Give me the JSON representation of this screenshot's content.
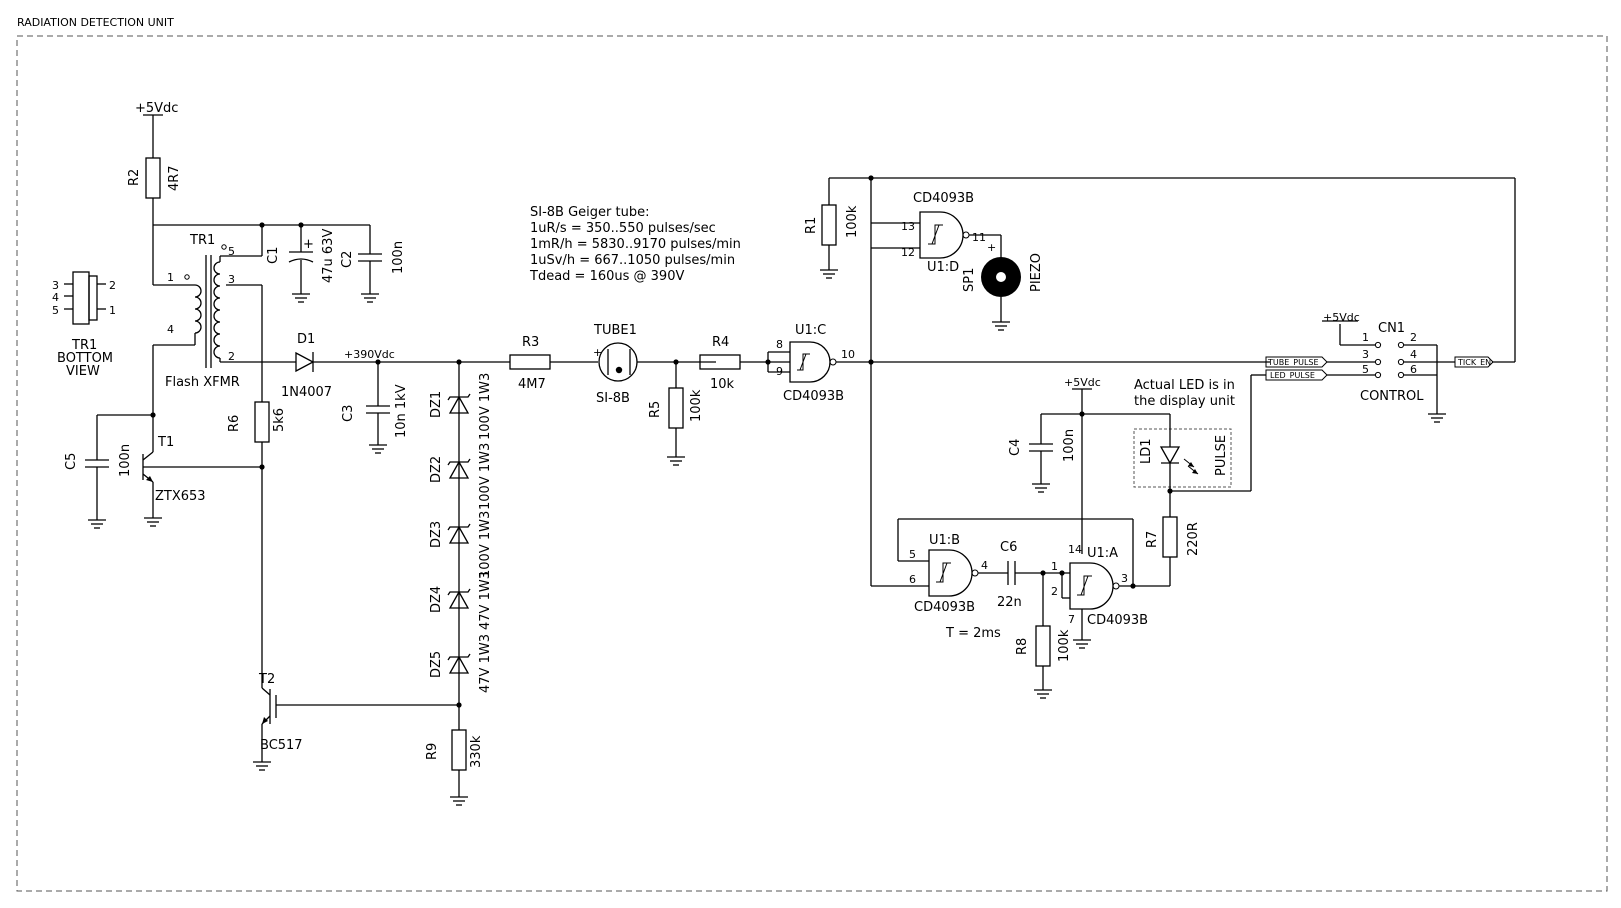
{
  "title": "RADIATION DETECTION UNIT",
  "supply": {
    "vdc_label": "+5Vdc",
    "hv_label": "+390Vdc"
  },
  "note_tube": [
    "SI-8B Geiger tube:",
    "1uR/s = 350..550 pulses/sec",
    "1mR/h = 5830..9170 pulses/min",
    "1uSv/h = 667..1050 pulses/min",
    "Tdead = 160us @ 390V"
  ],
  "note_led": [
    "Actual LED is in",
    "the display unit"
  ],
  "timing_note": "T = 2ms",
  "tr1_view": {
    "title": "TR1",
    "line2": "BOTTOM",
    "line3": "VIEW",
    "pins_left": [
      "3",
      "4",
      "5"
    ],
    "pins_right": [
      "2",
      "1"
    ]
  },
  "components": {
    "R1": {
      "ref": "R1",
      "value": "100k"
    },
    "R2": {
      "ref": "R2",
      "value": "4R7"
    },
    "R3": {
      "ref": "R3",
      "value": "4M7"
    },
    "R4": {
      "ref": "R4",
      "value": "10k"
    },
    "R5": {
      "ref": "R5",
      "value": "100k"
    },
    "R6": {
      "ref": "R6",
      "value": "5k6"
    },
    "R7": {
      "ref": "R7",
      "value": "220R"
    },
    "R8": {
      "ref": "R8",
      "value": "100k"
    },
    "R9": {
      "ref": "R9",
      "value": "330k"
    },
    "C1": {
      "ref": "C1",
      "value": "47u 63V"
    },
    "C2": {
      "ref": "C2",
      "value": "100n"
    },
    "C3": {
      "ref": "C3",
      "value": "10n 1kV"
    },
    "C4": {
      "ref": "C4",
      "value": "100n"
    },
    "C5": {
      "ref": "C5",
      "value": "100n"
    },
    "C6": {
      "ref": "C6",
      "value": "22n"
    },
    "D1": {
      "ref": "D1",
      "value": "1N4007"
    },
    "DZ1": {
      "ref": "DZ1",
      "value": "100V 1W3"
    },
    "DZ2": {
      "ref": "DZ2",
      "value": "100V 1W3"
    },
    "DZ3": {
      "ref": "DZ3",
      "value": "100V 1W3"
    },
    "DZ4": {
      "ref": "DZ4",
      "value": "47V 1W3"
    },
    "DZ5": {
      "ref": "DZ5",
      "value": "47V 1W3"
    },
    "T1": {
      "ref": "T1",
      "value": "ZTX653"
    },
    "T2": {
      "ref": "T2",
      "value": "BC517"
    },
    "TR1": {
      "ref": "TR1",
      "value": "Flash XFMR",
      "pins": [
        "1",
        "2",
        "3",
        "4",
        "5"
      ]
    },
    "TUBE1": {
      "ref": "TUBE1",
      "value": "SI-8B"
    },
    "SP1": {
      "ref": "SP1",
      "value": "PIEZO"
    },
    "LD1": {
      "ref": "LD1",
      "value": "PULSE"
    },
    "CN1": {
      "ref": "CN1",
      "value": "CONTROL",
      "pins": [
        "1",
        "2",
        "3",
        "4",
        "5",
        "6"
      ]
    }
  },
  "gates": {
    "A": {
      "ref": "U1:A",
      "part": "CD4093B",
      "in1": "1",
      "in2": "2",
      "out": "3",
      "vdd": "14",
      "vss": "7"
    },
    "B": {
      "ref": "U1:B",
      "part": "CD4093B",
      "in1": "5",
      "in2": "6",
      "out": "4"
    },
    "C": {
      "ref": "U1:C",
      "part": "CD4093B",
      "in1": "8",
      "in2": "9",
      "out": "10"
    },
    "D": {
      "ref": "U1:D",
      "part": "CD4093B",
      "in1": "13",
      "in2": "12",
      "out": "11"
    }
  },
  "net_labels": {
    "tube_pulse": "TUBE_PULSE",
    "led_pulse": "LED_PULSE",
    "tick_en": "TICK_EN"
  },
  "polarity": {
    "plus": "+"
  }
}
